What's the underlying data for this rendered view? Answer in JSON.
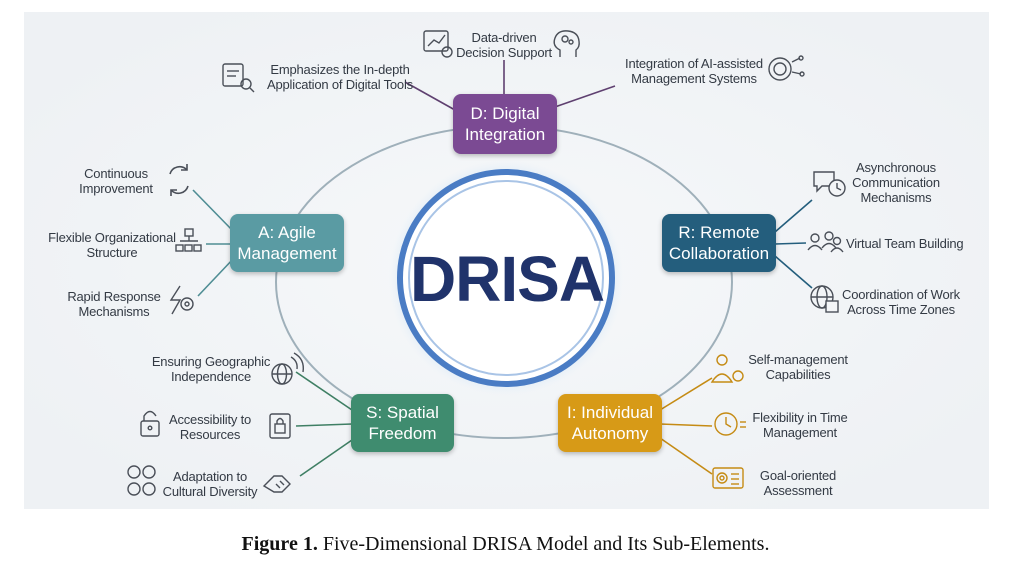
{
  "center": "DRISA",
  "nodes": {
    "d": {
      "label": "D: Digital\nIntegration",
      "color": "#7b4a93"
    },
    "r": {
      "label": "R: Remote\nCollaboration",
      "color": "#245e7d"
    },
    "i": {
      "label": "I: Individual\nAutonomy",
      "color": "#d79a17"
    },
    "s": {
      "label": "S: Spatial\nFreedom",
      "color": "#3f8c6f"
    },
    "a": {
      "label": "A: Agile\nManagement",
      "color": "#5a9ba3"
    }
  },
  "items": {
    "d1": "Emphasizes the In-depth\nApplication of Digital Tools",
    "d2": "Data-driven\nDecision Support",
    "d3": "Integration of AI-assisted\nManagement Systems",
    "r1": "Asynchronous\nCommunication\nMechanisms",
    "r2": "Virtual Team Building",
    "r3": "Coordination of Work\nAcross Time Zones",
    "i1": "Self-management\nCapabilities",
    "i2": "Flexibility in Time\nManagement",
    "i3": "Goal-oriented\nAssessment",
    "s1": "Ensuring Geographic\nIndependence",
    "s2": "Accessibility to\nResources",
    "s3": "Adaptation to\nCultural Diversity",
    "a1": "Continuous\nImprovement",
    "a2": "Flexible Organizational\nStructure",
    "a3": "Rapid Response\nMechanisms"
  },
  "icons": {
    "d1": "digital-tools-icon",
    "d2": "data-chart-icon",
    "d2b": "brain-head-icon",
    "d3": "ai-gear-icon",
    "r1": "chat-clock-icon",
    "r2": "team-icon",
    "r3": "globe-calendar-icon",
    "i1": "person-gear-icon",
    "i2": "clock-icon",
    "i3": "target-checklist-icon",
    "s1": "globe-wifi-icon",
    "s2": "padlock-icon",
    "s3": "handshake-icon",
    "s3b": "diverse-faces-icon",
    "a1": "cycle-arrows-icon",
    "a2": "org-chart-icon",
    "a3": "lightning-gear-icon"
  },
  "caption": {
    "label": "Figure 1.",
    "text": "Five-Dimensional DRISA Model and Its Sub-Elements."
  }
}
